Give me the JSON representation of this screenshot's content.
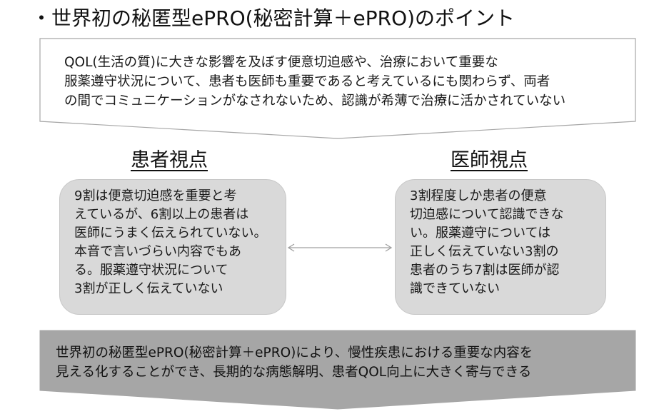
{
  "title": "・世界初の秘匿型ePRO(秘密計算＋ePRO)のポイント",
  "problem": {
    "lines": [
      "QOL(生活の質)に大きな影響を及ぼす便意切迫感や、治療において重要な",
      "服薬遵守状況について、患者も医師も重要であると考えているにも関わらず、両者",
      "の間でコミュニケーションがなされないため、認識が希薄で治療に活かされていない"
    ]
  },
  "patient_view": {
    "heading": "患者視点",
    "lines": [
      "9割は便意切迫感を重要と考",
      "えているが、6割以上の患者は",
      "医師にうまく伝えられていない。",
      "本音で言いづらい内容でもあ",
      "る。服薬遵守状況について",
      "3割が正しく伝えていない"
    ]
  },
  "doctor_view": {
    "heading": "医師視点",
    "lines": [
      "3割程度しか患者の便意",
      "切迫感について認識できな",
      "い。服薬遵守については",
      "正しく伝えていない3割の",
      "患者のうち7割は医師が認",
      "識できていない"
    ]
  },
  "conclusion": {
    "lines": [
      "世界初の秘匿型ePRO(秘密計算＋ePRO)により、慢性疾患における重要な内容を",
      "見える化することができ、長期的な病態解明、患者QOL向上に大きく寄与できる"
    ]
  },
  "colors": {
    "card_fill": "#d9d9d9",
    "bottom_fill": "#a6a6a6",
    "arrow": "#a0a0a0",
    "outline": "#a6a6a6"
  }
}
